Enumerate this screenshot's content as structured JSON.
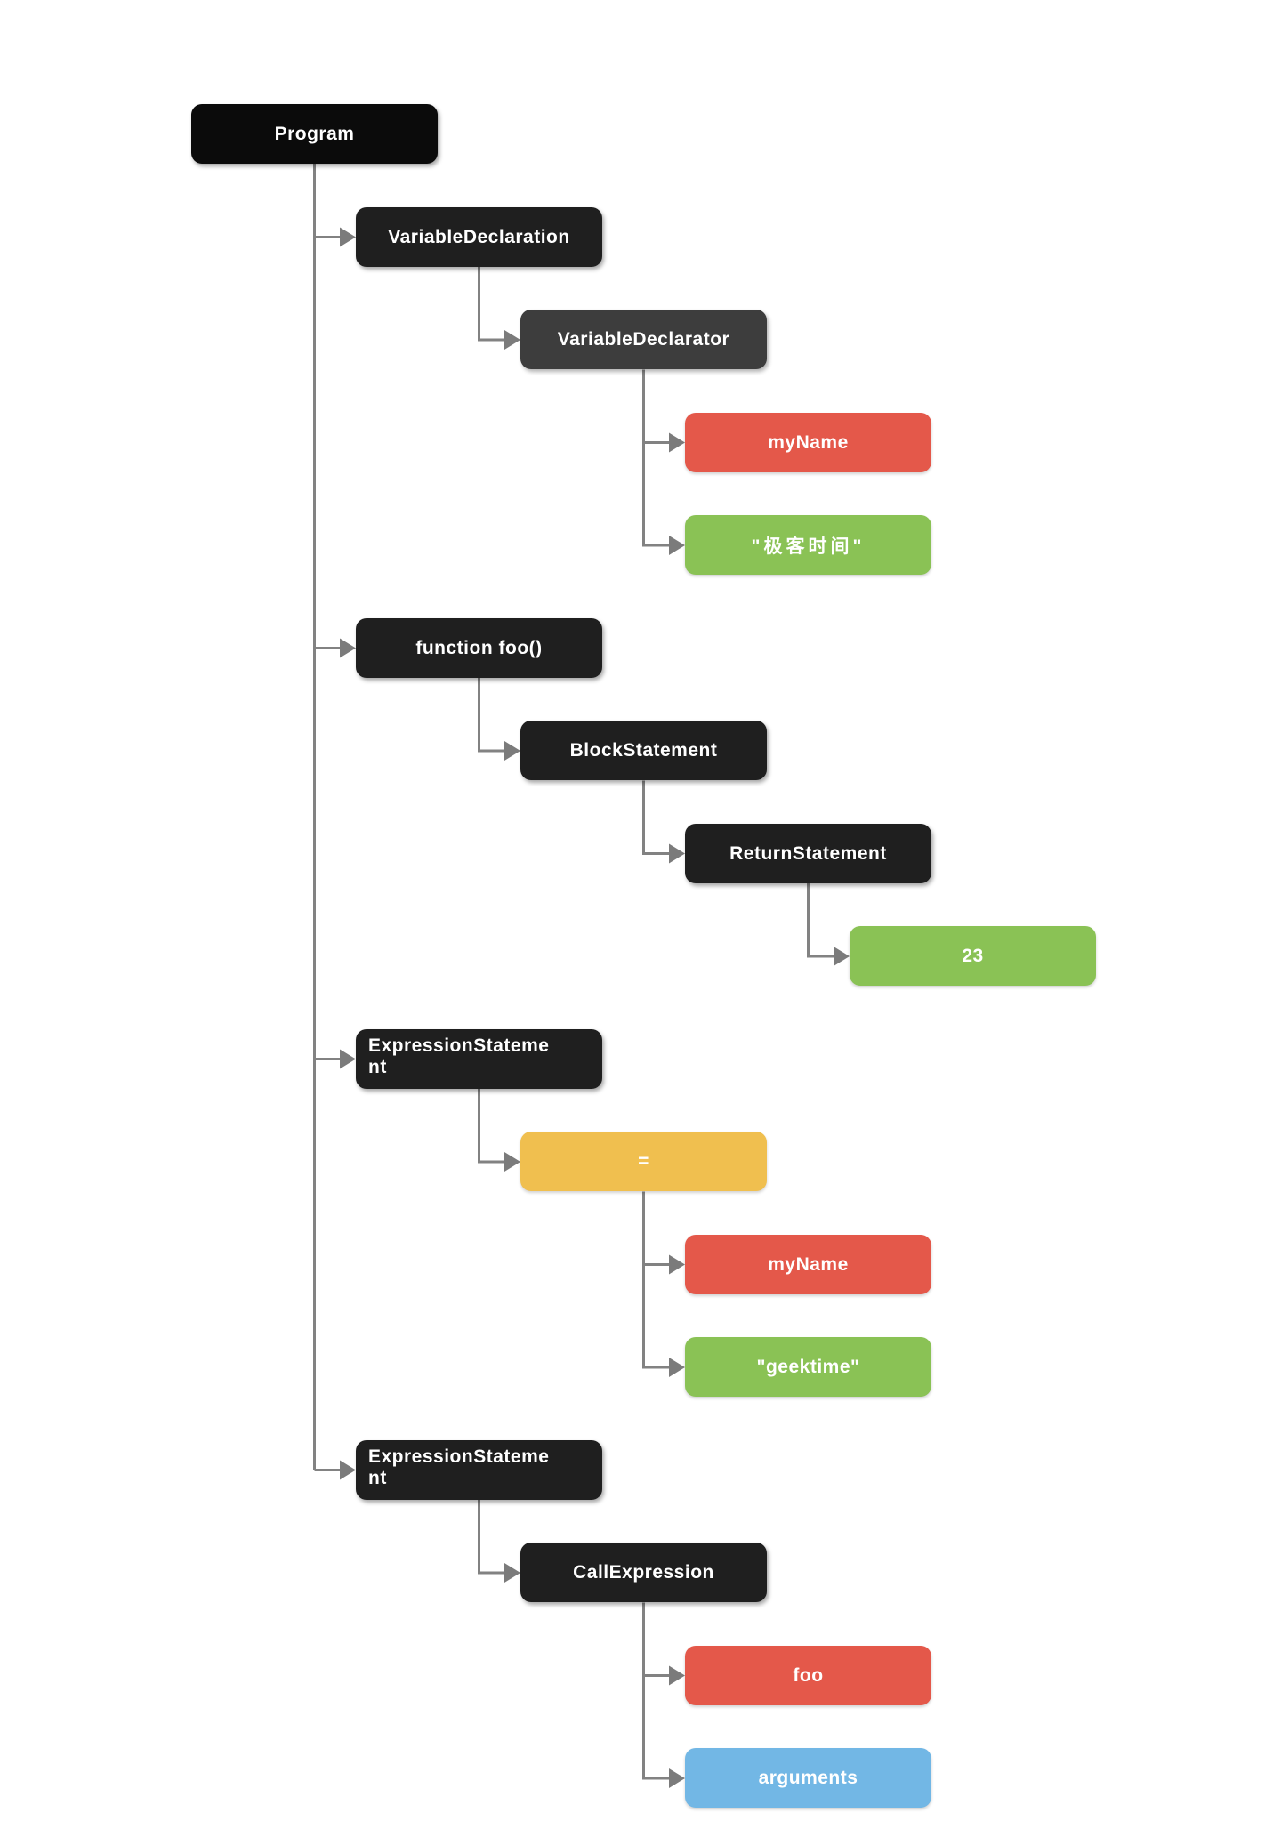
{
  "diagram": {
    "kind": "abstract-syntax-tree",
    "palette": {
      "node_black": "#1f1f1f",
      "node_root_black": "#0b0b0b",
      "node_dark_gray": "#3d3d3d",
      "node_red": "#e4584a",
      "node_green": "#8ac255",
      "node_yellow": "#f0bf4f",
      "node_blue": "#72b7e5",
      "connector_gray": "#828282",
      "text": "#ffffff",
      "background": "#ffffff"
    }
  },
  "nodes": [
    {
      "id": "program",
      "label": "Program",
      "color": "#0b0b0b",
      "parent": null
    },
    {
      "id": "variable-declaration",
      "label": "VariableDeclaration",
      "color": "#1f1f1f",
      "parent": "program"
    },
    {
      "id": "variable-declarator",
      "label": "VariableDeclarator",
      "color": "#3d3d3d",
      "parent": "variable-declaration"
    },
    {
      "id": "my-name-1",
      "label": "myName",
      "color": "#e4584a",
      "parent": "variable-declarator"
    },
    {
      "id": "geek-time-literal",
      "label": "\"极客时间\"",
      "color": "#8ac255",
      "parent": "variable-declarator"
    },
    {
      "id": "function-foo",
      "label": "function foo()",
      "color": "#1f1f1f",
      "parent": "program"
    },
    {
      "id": "block-statement",
      "label": "BlockStatement",
      "color": "#1f1f1f",
      "parent": "function-foo"
    },
    {
      "id": "return-statement",
      "label": "ReturnStatement",
      "color": "#1f1f1f",
      "parent": "block-statement"
    },
    {
      "id": "literal-23",
      "label": "23",
      "color": "#8ac255",
      "parent": "return-statement"
    },
    {
      "id": "expression-statement-1",
      "label": "ExpressionStateme\nnt",
      "color": "#1f1f1f",
      "parent": "program"
    },
    {
      "id": "assignment-operator",
      "label": "=",
      "color": "#f0bf4f",
      "parent": "expression-statement-1"
    },
    {
      "id": "my-name-2",
      "label": "myName",
      "color": "#e4584a",
      "parent": "assignment-operator"
    },
    {
      "id": "geektime-literal",
      "label": "\"geektime\"",
      "color": "#8ac255",
      "parent": "assignment-operator"
    },
    {
      "id": "expression-statement-2",
      "label": "ExpressionStateme\nnt",
      "color": "#1f1f1f",
      "parent": "program"
    },
    {
      "id": "call-expression",
      "label": "CallExpression",
      "color": "#1f1f1f",
      "parent": "expression-statement-2"
    },
    {
      "id": "foo-identifier",
      "label": "foo",
      "color": "#e4584a",
      "parent": "call-expression"
    },
    {
      "id": "arguments",
      "label": "arguments",
      "color": "#72b7e5",
      "parent": "call-expression"
    }
  ]
}
